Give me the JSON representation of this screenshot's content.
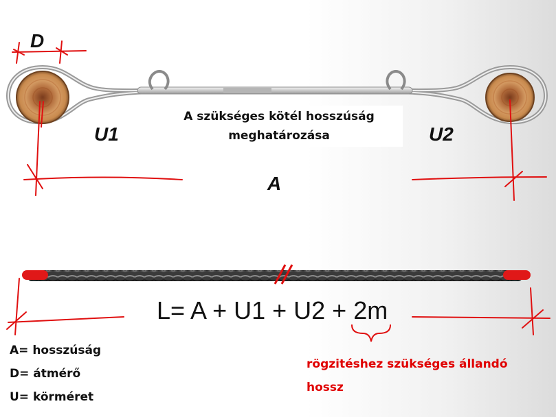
{
  "labels": {
    "diameter": "D",
    "loop_left": "U1",
    "loop_right": "U2",
    "length": "A"
  },
  "title_lines": [
    "A szükséges kötél hosszúság",
    "meghatározása"
  ],
  "formula": "L= A + U1 + U2 + 2m",
  "legend": [
    "A= hosszúság",
    "D= átmérő",
    "U= körméret"
  ],
  "note_lines": [
    "rögzitéshez szükséges állandó",
    "hossz"
  ],
  "colors": {
    "measure_line": "#e01010",
    "note_text": "#e00000",
    "rope_tip": "#e01818",
    "log_wood": "#c98a4e"
  }
}
